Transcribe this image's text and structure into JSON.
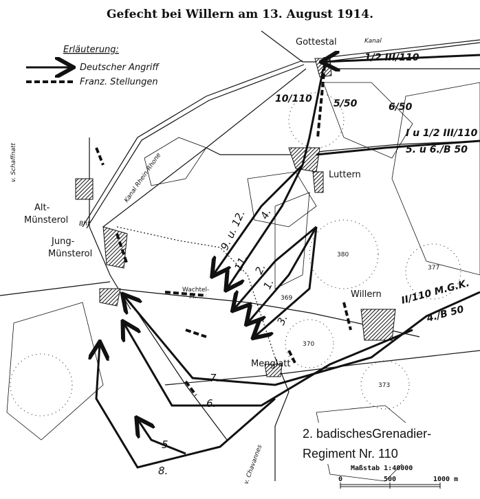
{
  "title": "Gefecht bei Willern am 13. August 1914.",
  "legend": {
    "heading": "Erläuterung:",
    "attack": "Deutscher Angriff",
    "french": "Franz. Stellungen"
  },
  "places": {
    "gottestal": "Gottestal",
    "kanal": "Kanal",
    "luttern": "Luttern",
    "willern": "Willern",
    "menglatt": "Menglatt",
    "alt1": "Alt-",
    "alt2": "Münsterol",
    "jung1": "Jung-",
    "jung2": "Münsterol",
    "wachtel1": "Wachtel-",
    "wachtel2": "M.",
    "kanal_rr": "Kanal Rhein-Rhone",
    "schaffnatt": "v. Schaffnatt",
    "chavannes": "v. Chavannes",
    "bhf": "Bhf"
  },
  "units": {
    "u1": "1/2 III/110",
    "u2": "10/110",
    "u3": "5/50",
    "u4": "6/50",
    "u5": "I u 1/2 III/110",
    "u6": "5. u 6./B 50",
    "u7": "II/110 M.G.K.",
    "u8": "4./B 50"
  },
  "heights": [
    "380",
    "377",
    "369",
    "370",
    "373"
  ],
  "attacks": [
    "9. u. 12.",
    "4.",
    "11.",
    "2.",
    "1.",
    "3.",
    "7.",
    "6.",
    "5.",
    "8."
  ],
  "caption": {
    "line1": "2. badischesGrenadier-",
    "line2": "Regiment Nr. 110"
  },
  "scale": {
    "label": "Maßstab 1:40000",
    "t0": "0",
    "t1": "500",
    "t2": "1000 m"
  }
}
